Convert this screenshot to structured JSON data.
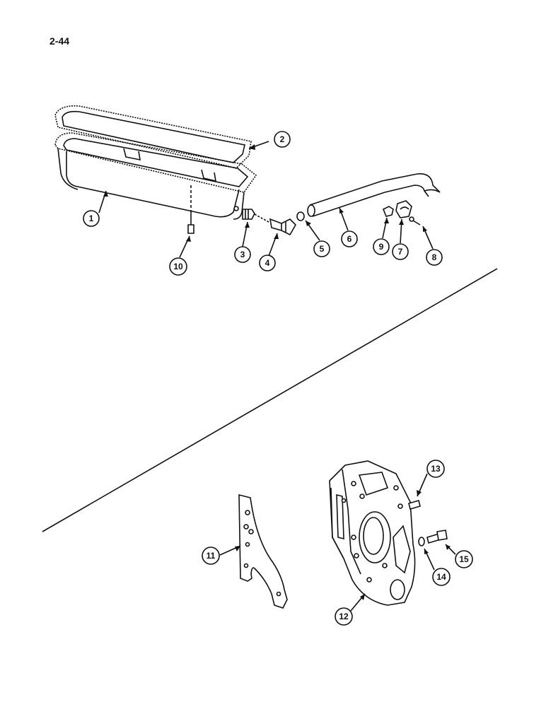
{
  "page": {
    "number": "2-44"
  },
  "callouts": [
    "1",
    "2",
    "3",
    "4",
    "5",
    "6",
    "7",
    "8",
    "9",
    "10",
    "11",
    "12",
    "13",
    "14",
    "15"
  ],
  "colors": {
    "ink": "#111111",
    "paper": "#ffffff"
  }
}
